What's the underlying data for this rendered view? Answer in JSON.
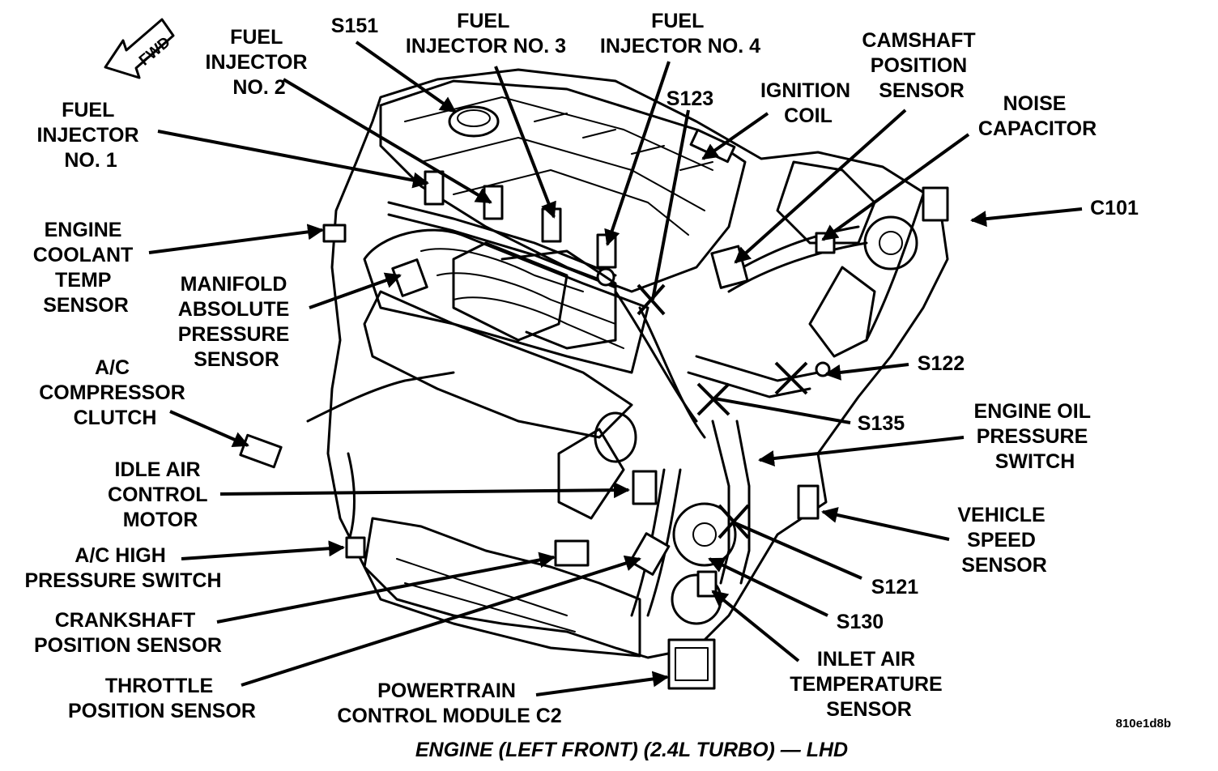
{
  "labels": {
    "fuel_injector_1": [
      "FUEL",
      "INJECTOR",
      "NO. 1"
    ],
    "fuel_injector_2": [
      "FUEL",
      "INJECTOR",
      "NO. 2"
    ],
    "s151": "S151",
    "fuel_injector_3": [
      "FUEL",
      "INJECTOR NO. 3"
    ],
    "fuel_injector_4": [
      "FUEL",
      "INJECTOR NO. 4"
    ],
    "s123": "S123",
    "ignition_coil": [
      "IGNITION",
      "COIL"
    ],
    "camshaft_sensor": [
      "CAMSHAFT",
      "POSITION",
      "SENSOR"
    ],
    "noise_capacitor": [
      "NOISE",
      "CAPACITOR"
    ],
    "c101": "C101",
    "engine_coolant": [
      "ENGINE",
      "COOLANT",
      "TEMP",
      "SENSOR"
    ],
    "map_sensor": [
      "MANIFOLD",
      "ABSOLUTE",
      "PRESSURE",
      "SENSOR"
    ],
    "ac_clutch": [
      "A/C",
      "COMPRESSOR",
      "CLUTCH"
    ],
    "s122": "S122",
    "s135": "S135",
    "oil_pressure": [
      "ENGINE OIL",
      "PRESSURE",
      "SWITCH"
    ],
    "idle_air": [
      "IDLE AIR",
      "CONTROL",
      "MOTOR"
    ],
    "vehicle_speed": [
      "VEHICLE",
      "SPEED",
      "SENSOR"
    ],
    "ac_high": [
      "A/C HIGH",
      "PRESSURE SWITCH"
    ],
    "s121": "S121",
    "crankshaft": [
      "CRANKSHAFT",
      "POSITION SENSOR"
    ],
    "s130": "S130",
    "throttle": [
      "THROTTLE",
      "POSITION SENSOR"
    ],
    "inlet_air": [
      "INLET AIR",
      "TEMPERATURE",
      "SENSOR"
    ],
    "pcm": [
      "POWERTRAIN",
      "CONTROL MODULE C2"
    ]
  },
  "fwd_label": "FWD",
  "ref_code": "810e1d8b",
  "caption": "ENGINE (LEFT FRONT) (2.4L TURBO) — LHD"
}
